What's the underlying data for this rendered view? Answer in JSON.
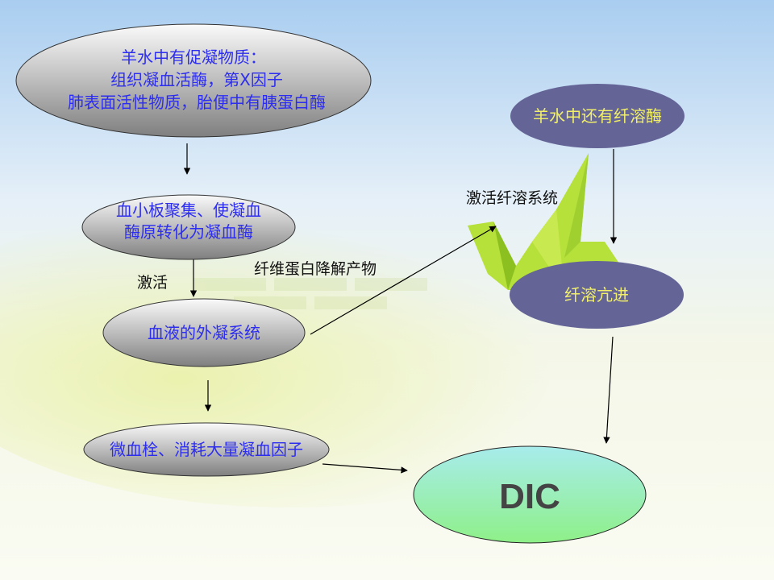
{
  "colors": {
    "node_text": "#2d2df0",
    "purple_node": "#646496",
    "purple_text": "#f2f06a",
    "dic_fill": "#9ef0c8"
  },
  "nodes": {
    "source": {
      "lines": [
        "羊水中有促凝物质：",
        "组织凝血活酶，第X因子",
        "肺表面活性物质，胎便中有胰蛋白酶"
      ]
    },
    "platelet": {
      "lines": [
        "血小板聚集、使凝血",
        "酶原转化为凝血酶"
      ]
    },
    "extrinsic": {
      "label": "血液的外凝系统"
    },
    "microthrombus": {
      "label": "微血栓、消耗大量凝血因子"
    },
    "dic": {
      "label": "DIC"
    },
    "fibrinolysin": {
      "label": "羊水中还有纤溶酶"
    },
    "hyperfibrinolysis": {
      "label": "纤溶亢进"
    }
  },
  "edge_labels": {
    "activate": "激活",
    "fdp": "纤维蛋白降解产物",
    "activate_fibrinolysis": "激活纤溶系统"
  }
}
